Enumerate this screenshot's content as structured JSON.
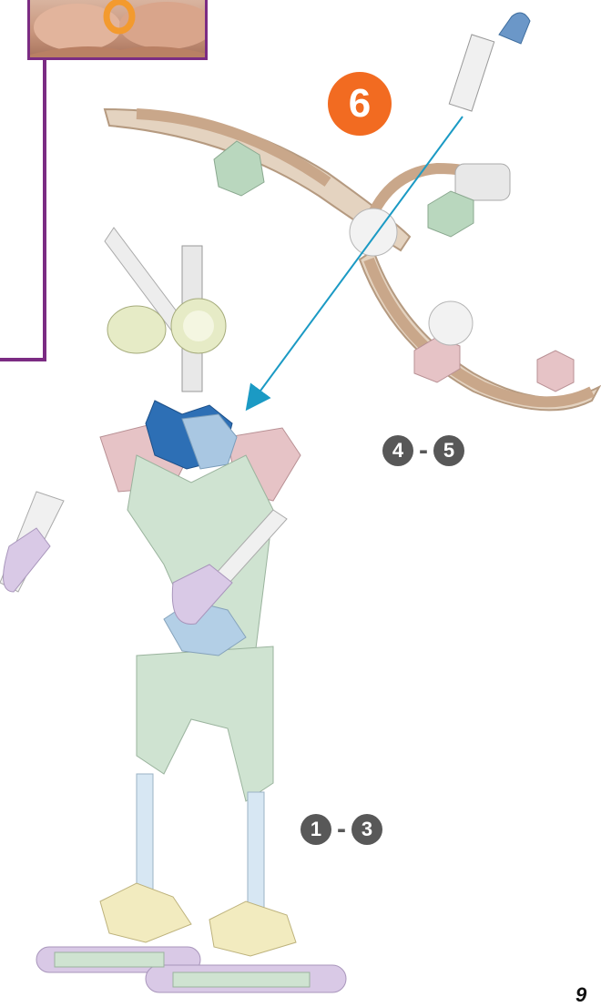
{
  "inset": {
    "name": "hands-photo"
  },
  "step": {
    "number": "6"
  },
  "sub_step_ranges": [
    {
      "from": "4",
      "sep": "-",
      "to": "5"
    },
    {
      "from": "1",
      "sep": "-",
      "to": "3"
    }
  ],
  "page": {
    "number": "9"
  },
  "colors": {
    "accent_orange": "#f26b21",
    "guide_purple": "#7b2c83",
    "arrow_teal": "#1b9ac4",
    "badge_gray": "#585858"
  }
}
